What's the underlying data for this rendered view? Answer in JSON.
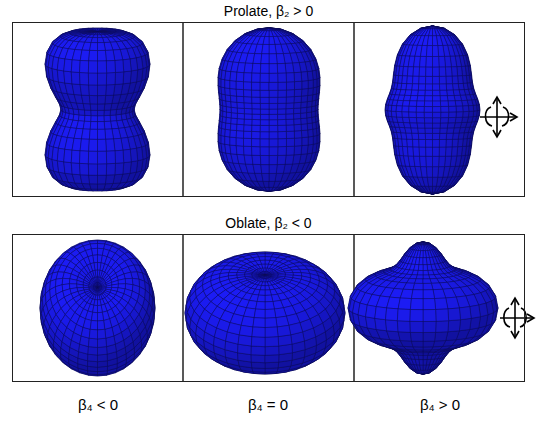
{
  "diagram": {
    "nodes": [
      {
        "text": [
          "Prolate, β₂ > 0"
        ]
      },
      {
        "text": [
          "Oblate, β₂ < 0"
        ]
      }
    ],
    "labels": [
      "β₄ < 0",
      "β₄ = 0",
      "β₄ > 0"
    ]
  }
}
